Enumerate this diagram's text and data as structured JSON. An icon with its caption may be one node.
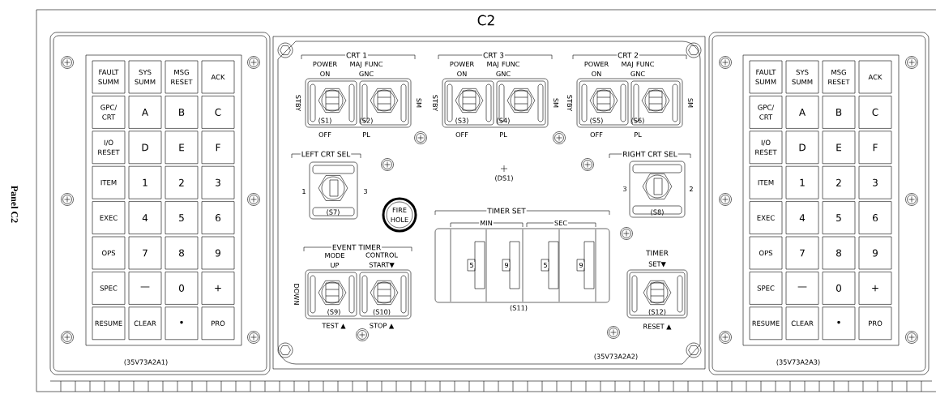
{
  "diagram": {
    "title": "C2",
    "nodes": [
      {
        "text": [
          "(35V73A2A1)"
        ]
      },
      {
        "text": [
          "FAULT SUMM"
        ],
        "in": 0
      },
      {
        "text": [
          "SYS SUMM"
        ],
        "in": 0
      },
      {
        "text": [
          "MSG RESET"
        ],
        "in": 0
      },
      {
        "text": [
          "ACK"
        ],
        "in": 0
      },
      {
        "text": [
          "GPC/ CRT"
        ],
        "in": 0
      },
      {
        "text": [
          "A"
        ],
        "in": 0
      },
      {
        "text": [
          "B"
        ],
        "in": 0
      },
      {
        "text": [
          "C"
        ],
        "in": 0
      },
      {
        "text": [
          "I/O RESET"
        ],
        "in": 0
      },
      {
        "text": [
          "D"
        ],
        "in": 0
      },
      {
        "text": [
          "E"
        ],
        "in": 0
      },
      {
        "text": [
          "F"
        ],
        "in": 0
      },
      {
        "text": [
          "ITEM"
        ],
        "in": 0
      },
      {
        "text": [
          "1"
        ],
        "in": 0
      },
      {
        "text": [
          "2"
        ],
        "in": 0
      },
      {
        "text": [
          "3"
        ],
        "in": 0
      },
      {
        "text": [
          "EXEC"
        ],
        "in": 0
      },
      {
        "text": [
          "4"
        ],
        "in": 0
      },
      {
        "text": [
          "5"
        ],
        "in": 0
      },
      {
        "text": [
          "6"
        ],
        "in": 0
      },
      {
        "text": [
          "OPS"
        ],
        "in": 0
      },
      {
        "text": [
          "7"
        ],
        "in": 0
      },
      {
        "text": [
          "8"
        ],
        "in": 0
      },
      {
        "text": [
          "9"
        ],
        "in": 0
      },
      {
        "text": [
          "SPEC"
        ],
        "in": 0
      },
      {
        "text": [
          "—"
        ],
        "in": 0
      },
      {
        "text": [
          "0"
        ],
        "in": 0
      },
      {
        "text": [
          "+"
        ],
        "in": 0
      },
      {
        "text": [
          "RESUME"
        ],
        "in": 0
      },
      {
        "text": [
          "CLEAR"
        ],
        "in": 0
      },
      {
        "text": [
          "•"
        ],
        "in": 0
      },
      {
        "text": [
          "PRO"
        ],
        "in": 0
      },
      {
        "text": [
          "(35V73A2A2)"
        ]
      },
      {
        "text": [
          "CRT 1",
          "POWER ON",
          "MAJ FUNC GNC",
          "STBY",
          "SM",
          "(S1)",
          "(S2)",
          "OFF",
          "PL"
        ],
        "in": 33
      },
      {
        "text": [
          "CRT 3",
          "POWER ON",
          "MAJ FUNC GNC",
          "STBY",
          "SM",
          "(S3)",
          "(S4)",
          "OFF",
          "PL"
        ],
        "in": 33
      },
      {
        "text": [
          "CRT 2",
          "POWER ON",
          "MAJ FUNC GNC",
          "STBY",
          "SM",
          "(S5)",
          "(S6)",
          "OFF",
          "PL"
        ],
        "in": 33
      },
      {
        "text": [
          "LEFT CRT SEL",
          "1",
          "3",
          "(S7)"
        ],
        "in": 33
      },
      {
        "text": [
          "RIGHT CRT SEL",
          "3",
          "2",
          "(S8)"
        ],
        "in": 33
      },
      {
        "text": [
          "FIRE HOLE"
        ],
        "in": 33
      },
      {
        "text": [
          "TIMER SET",
          "MIN",
          "SEC",
          "5",
          "9",
          "5",
          "9",
          "(S11)"
        ],
        "in": 33
      },
      {
        "text": [
          "EVENT TIMER",
          "MODE UP",
          "CONTROL START▼",
          "DOWN",
          "(S9)",
          "(S10)",
          "TEST ▲",
          "STOP ▲"
        ],
        "in": 33
      },
      {
        "text": [
          "TIMER",
          "SET▼",
          "(S12)",
          "RESET ▲"
        ],
        "in": 33
      },
      {
        "text": [
          "(35V73A2A3)"
        ]
      },
      {
        "text": [
          "FAULT SUMM"
        ],
        "in": 43
      },
      {
        "text": [
          "SYS SUMM"
        ],
        "in": 43
      },
      {
        "text": [
          "MSG RESET"
        ],
        "in": 43
      },
      {
        "text": [
          "ACK"
        ],
        "in": 43
      },
      {
        "text": [
          "GPC/ CRT"
        ],
        "in": 43
      },
      {
        "text": [
          "A"
        ],
        "in": 43
      },
      {
        "text": [
          "B"
        ],
        "in": 43
      },
      {
        "text": [
          "C"
        ],
        "in": 43
      },
      {
        "text": [
          "I/O RESET"
        ],
        "in": 43
      },
      {
        "text": [
          "D"
        ],
        "in": 43
      },
      {
        "text": [
          "E"
        ],
        "in": 43
      },
      {
        "text": [
          "F"
        ],
        "in": 43
      },
      {
        "text": [
          "ITEM"
        ],
        "in": 43
      },
      {
        "text": [
          "1"
        ],
        "in": 43
      },
      {
        "text": [
          "2"
        ],
        "in": 43
      },
      {
        "text": [
          "3"
        ],
        "in": 43
      },
      {
        "text": [
          "EXEC"
        ],
        "in": 43
      },
      {
        "text": [
          "4"
        ],
        "in": 43
      },
      {
        "text": [
          "5"
        ],
        "in": 43
      },
      {
        "text": [
          "6"
        ],
        "in": 43
      },
      {
        "text": [
          "OPS"
        ],
        "in": 43
      },
      {
        "text": [
          "7"
        ],
        "in": 43
      },
      {
        "text": [
          "8"
        ],
        "in": 43
      },
      {
        "text": [
          "9"
        ],
        "in": 43
      },
      {
        "text": [
          "SPEC"
        ],
        "in": 43
      },
      {
        "text": [
          "—"
        ],
        "in": 43
      },
      {
        "text": [
          "0"
        ],
        "in": 43
      },
      {
        "text": [
          "+"
        ],
        "in": 43
      },
      {
        "text": [
          "RESUME"
        ],
        "in": 43
      },
      {
        "text": [
          "CLEAR"
        ],
        "in": 43
      },
      {
        "text": [
          "•"
        ],
        "in": 43
      },
      {
        "text": [
          "PRO"
        ],
        "in": 43
      }
    ],
    "labels": [
      "Panel C2",
      "(DS1)"
    ]
  }
}
